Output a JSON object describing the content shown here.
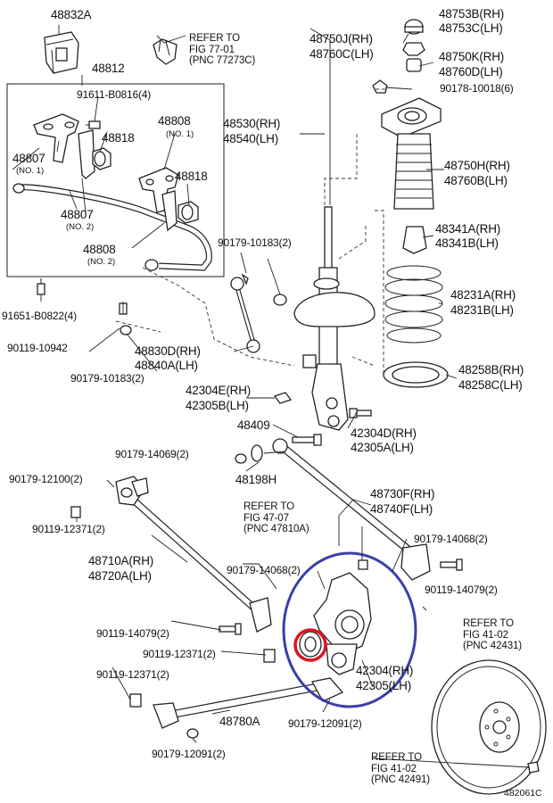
{
  "labels": {
    "l48832A": "48832A",
    "refer_77": "REFER TO\nFIG 77-01\n(PNC 77273C)",
    "l48812": "48812",
    "l91611": "91611-B0816(4)",
    "l48807_1": "48807",
    "l48807_1n": "(NO. 1)",
    "l48818_a": "48818",
    "l48808_1": "48808",
    "l48808_1n": "(NO. 1)",
    "l48818_b": "48818",
    "l48807_2": "48807",
    "l48807_2n": "(NO. 2)",
    "l48808_2": "48808",
    "l48808_2n": "(NO. 2)",
    "l91651": "91651-B0822(4)",
    "l90119_10942": "90119-10942",
    "l90179_10183_a": "90179-10183(2)",
    "l90179_10183_b": "90179-10183(2)",
    "l48830D": "48830D(RH)",
    "l48840A": "48840A(LH)",
    "l48750J": "48750J(RH)",
    "l48760C": "48760C(LH)",
    "l48530": "48530(RH)",
    "l48540": "48540(LH)",
    "l48753B": "48753B(RH)",
    "l48753C": "48753C(LH)",
    "l48750K": "48750K(RH)",
    "l48760D": "48760D(LH)",
    "l90178": "90178-10018(6)",
    "l48750H": "48750H(RH)",
    "l48760B": "48760B(LH)",
    "l48341A": "48341A(RH)",
    "l48341B": "48341B(LH)",
    "l48231A": "48231A(RH)",
    "l48231B": "48231B(LH)",
    "l48258B": "48258B(RH)",
    "l48258C": "48258C(LH)",
    "l42304E": "42304E(RH)",
    "l42305B": "42305B(LH)",
    "l48409": "48409",
    "l42304D": "42304D(RH)",
    "l42305A": "42305A(LH)",
    "l90179_14069": "90179-14069(2)",
    "l48198H": "48198H",
    "l90179_12100": "90179-12100(2)",
    "l90119_12371_a": "90119-12371(2)",
    "l48730F": "48730F(RH)",
    "l48740F": "48740F(LH)",
    "refer_47": "REFER TO\nFIG 47-07\n(PNC 47810A)",
    "l90179_14068_a": "90179-14068(2)",
    "l90179_14068_b": "90179-14068(2)",
    "l48710A": "48710A(RH)",
    "l48720A": "48720A(LH)",
    "l90119_14079_a": "90119-14079(2)",
    "l90119_14079_b": "90119-14079(2)",
    "l90119_12371_b": "90119-12371(2)",
    "l90119_12371_c": "90119-12371(2)",
    "l42304": "42304(RH)",
    "l42305": "42305(LH)",
    "refer_41a": "REFER TO\nFIG 41-02\n(PNC 42431)",
    "l48780A": "48780A",
    "l90179_12091_a": "90179-12091(2)",
    "l90179_12091_b": "90179-12091(2)",
    "refer_41b": "REFER TO\nFIG 41-02\n(PNC 42491)",
    "code": "482061C"
  },
  "highlight": {
    "circle_color": "#3a3fa8",
    "ring_color": "#e0141e"
  }
}
